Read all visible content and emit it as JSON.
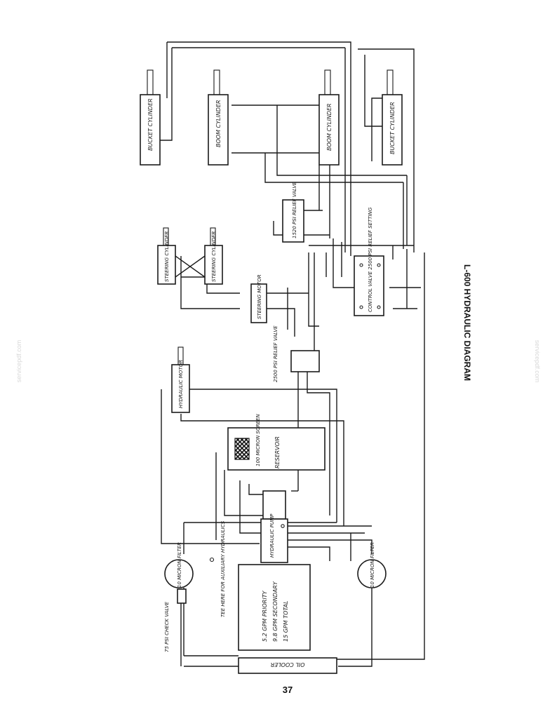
{
  "diagram": {
    "title": "L-600 HYDRAULIC DIAGRAM",
    "page_number": "37",
    "watermark": "servicepdf.com",
    "components": {
      "bucket_cylinder_left": "BUCKET CYLINDER",
      "boom_cylinder_left": "BOOM CYLINDER",
      "boom_cylinder_right": "BOOM CYLINDER",
      "bucket_cylinder_right": "BUCKET CYLINDER",
      "steering_cylinder_1": "STEERING CYLINDER",
      "steering_cylinder_2": "STEERING CYLINDER",
      "steering_motor": "STEERING MOTOR",
      "relief_valve_1520": "1520 PSI RELIEF VALVE",
      "control_valve": "CONTROL VALVE 2500 PSI RELIEF SETTING",
      "hydraulic_motor": "HYDRAULIC MOTOR",
      "relief_valve_2500": "2500 PSI RELIEF VALVE",
      "micron_screen": "100 MICRON SCREEN",
      "reservoir": "RESERVOIR",
      "hydraulic_pump": "HYDRAULIC PUMP",
      "filter_left": "10 MICRON FILTER",
      "filter_right": "10 MICRON FILTER",
      "tee_note": "TEE HERE FOR AUXILIARY HYDRAULICS",
      "check_valve": "75 PSI CHECK VALVE",
      "pump_spec_1": "5.2 GPM PRIORITY",
      "pump_spec_2": "9.8 GPM SECONDARY",
      "pump_spec_3": "15 GPM TOTAL",
      "oil_cooler": "OIL COOLER"
    }
  }
}
